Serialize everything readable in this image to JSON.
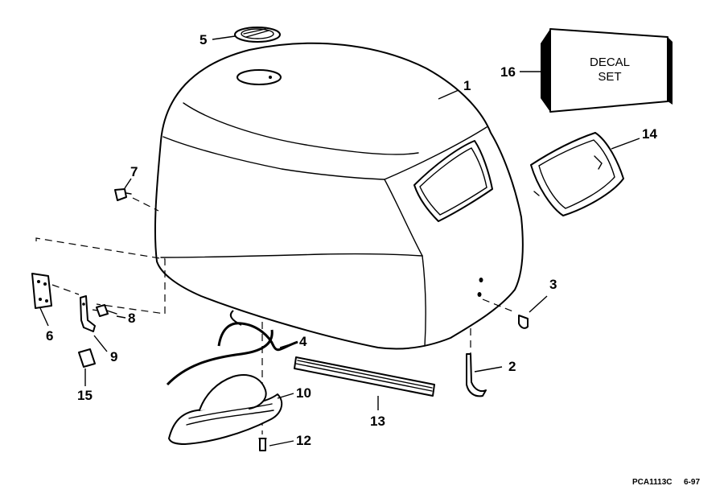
{
  "callouts": [
    "1",
    "2",
    "3",
    "4",
    "5",
    "6",
    "7",
    "8",
    "9",
    "10",
    "12",
    "13",
    "14",
    "15",
    "16"
  ],
  "decal_label": [
    "DECAL",
    "SET"
  ],
  "drawing_code": "PCA1113C",
  "drawing_date": "6-97"
}
